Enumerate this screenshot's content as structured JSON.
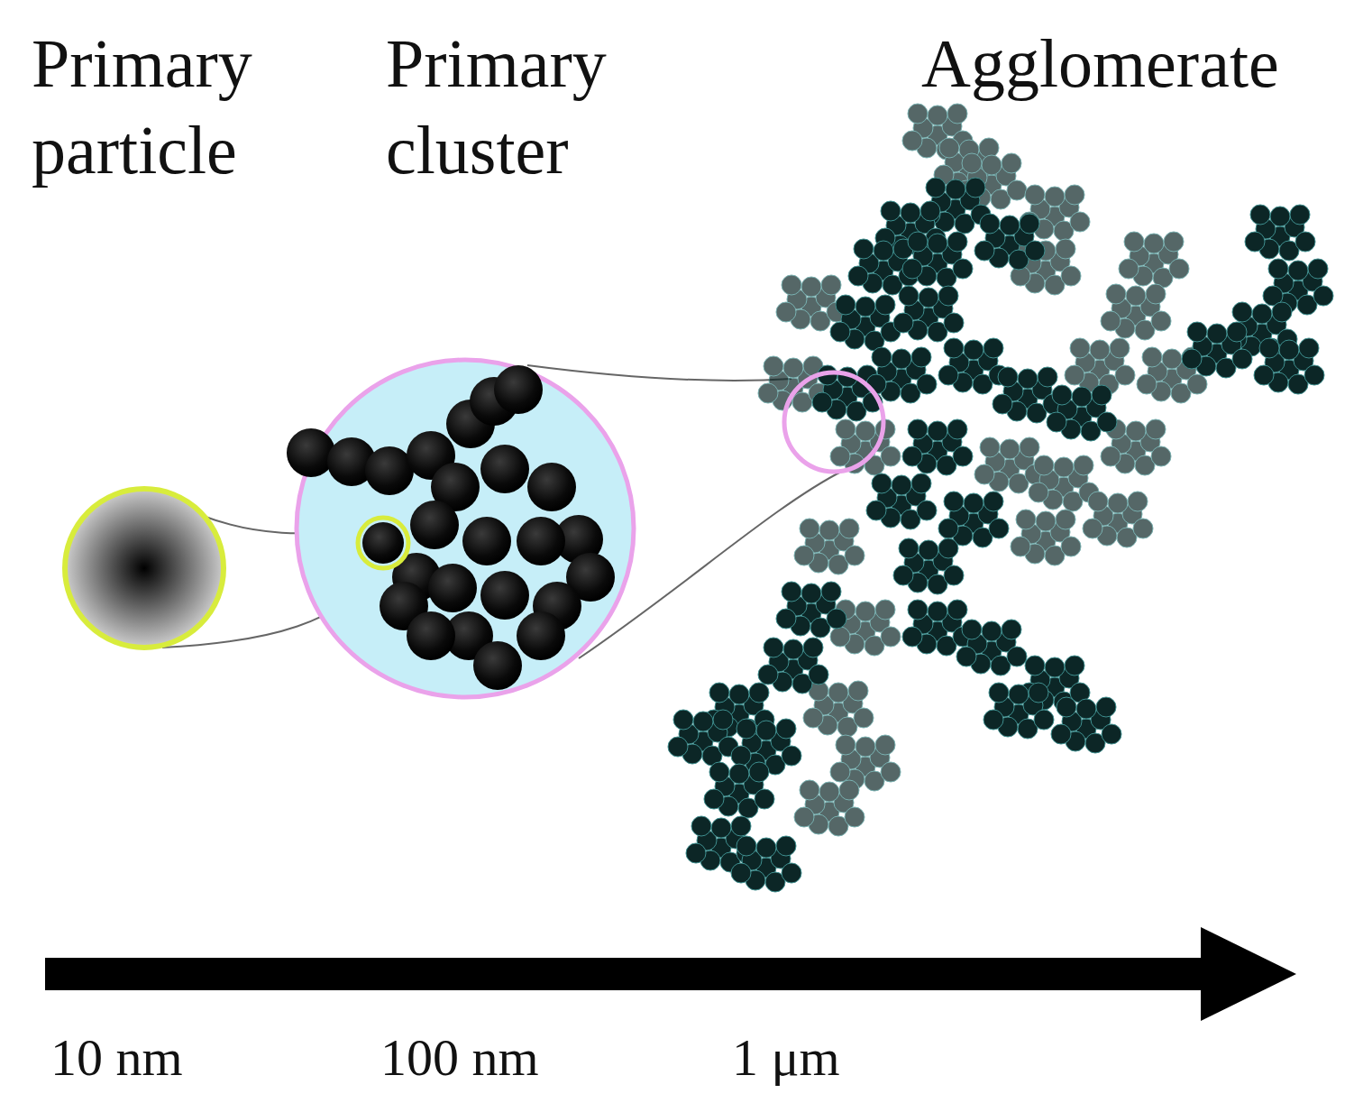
{
  "diagram": {
    "labels": [
      "Primary particle",
      "Primary cluster",
      "Agglomerate",
      "10 nm",
      "100 nm",
      "1 μm"
    ]
  }
}
